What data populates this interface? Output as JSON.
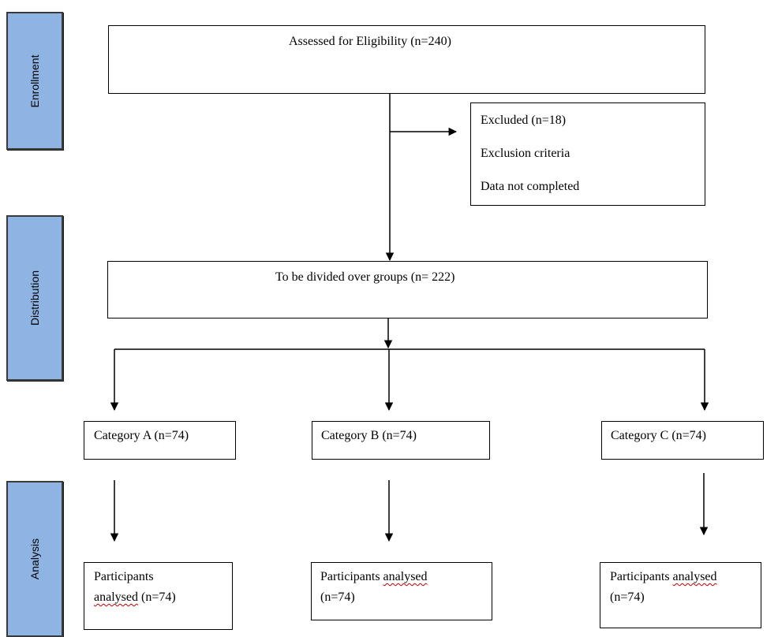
{
  "phases": {
    "enrollment": "Enrollment",
    "distribution": "Distribution",
    "analysis": "Analysis"
  },
  "boxes": {
    "assessed": "Assessed for Eligibility (n=240)",
    "excluded": {
      "title": "Excluded (n=18)",
      "reason1": "Exclusion criteria",
      "reason2": "Data not completed"
    },
    "divided": "To be divided over groups (n= 222)",
    "categories": [
      "Category A (n=74)",
      "Category B (n=74)",
      "Category C (n=74)"
    ],
    "analysis": {
      "a": {
        "line1": "Participants",
        "word": "analysed",
        "tail": " (n=74)"
      },
      "b": {
        "prefix": "Participants ",
        "word": "analysed",
        "tail": "(n=74)"
      },
      "c": {
        "prefix": "Participants ",
        "word": "analysed",
        "tail": "(n=74)"
      }
    }
  },
  "colors": {
    "phase_fill": "#8eb4e3",
    "phase_border": "#3a3a3a",
    "line": "#000000",
    "spellcheck": "#c00000"
  }
}
